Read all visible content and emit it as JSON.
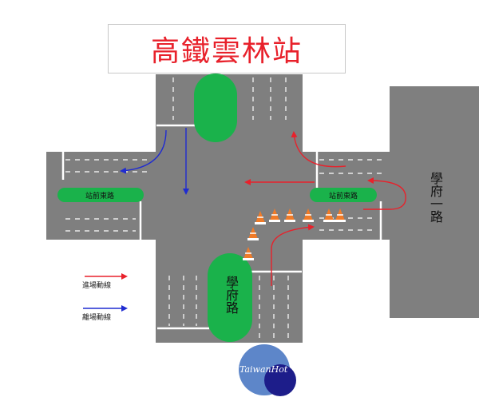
{
  "title": "高鐵雲林站",
  "roads": {
    "station_east_left": "站前東路",
    "station_east_right": "站前東路",
    "xuefu_road": "學府路",
    "xuefu_first_road": "學府一路"
  },
  "legend": {
    "entry": "進場動線",
    "exit": "離場動線"
  },
  "logo": {
    "text": "TaiwanHot"
  },
  "colors": {
    "road": "#7f7f7f",
    "median": "#1ab24b",
    "entry_arrow": "#e8212b",
    "exit_arrow": "#1f2bd1",
    "cone": "#f07b28",
    "logo_light": "#5d86c9",
    "logo_dark": "#1d1d8a"
  }
}
